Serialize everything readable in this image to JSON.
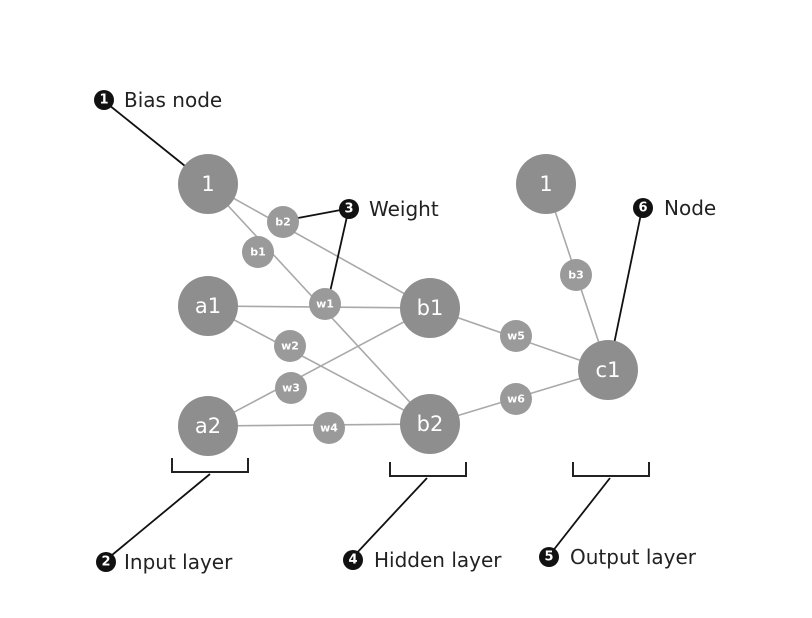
{
  "nodes": {
    "bias_in": "1",
    "a1": "a1",
    "a2": "a2",
    "b1": "b1",
    "b2": "b2",
    "bias_hidden": "1",
    "c1": "c1"
  },
  "weights": {
    "b2": "b2",
    "b1": "b1",
    "w1": "w1",
    "w2": "w2",
    "w3": "w3",
    "w4": "w4",
    "b3": "b3",
    "w5": "w5",
    "w6": "w6"
  },
  "callouts": [
    {
      "number": "1",
      "label": "Bias node"
    },
    {
      "number": "2",
      "label": "Input layer"
    },
    {
      "number": "3",
      "label": "Weight"
    },
    {
      "number": "4",
      "label": "Hidden layer"
    },
    {
      "number": "5",
      "label": "Output layer"
    },
    {
      "number": "6",
      "label": "Node"
    }
  ]
}
